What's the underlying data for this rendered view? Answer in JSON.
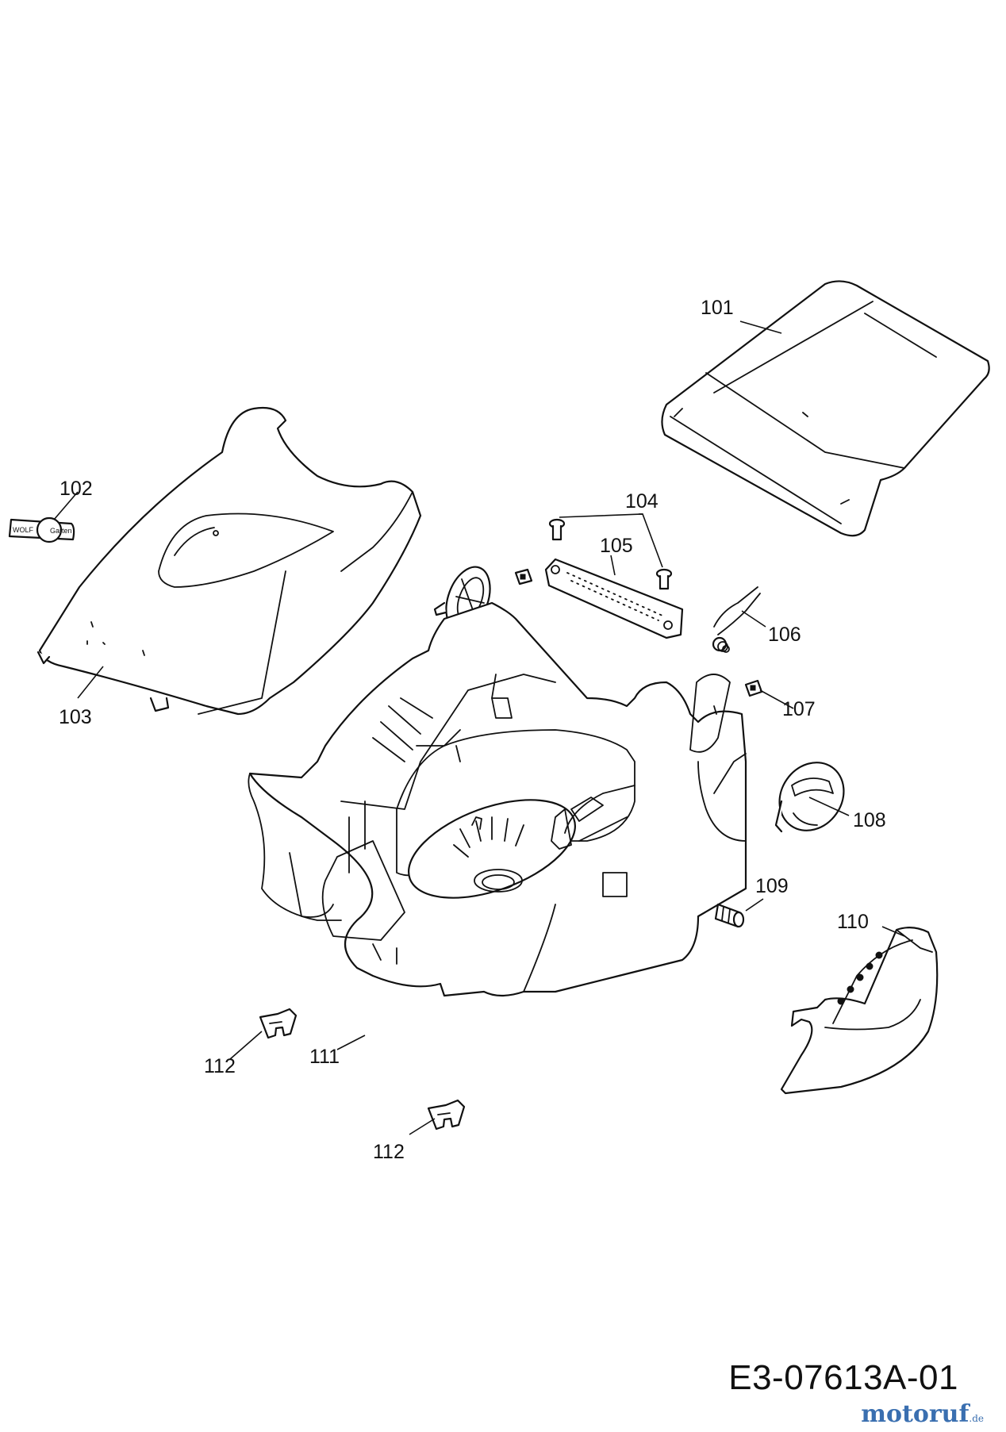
{
  "diagram": {
    "code": "E3-07613A-01",
    "watermark": {
      "name": "motoruf",
      "tld": ".de"
    },
    "logo_text": {
      "left": "WOLF",
      "right": "Garten"
    },
    "callouts": {
      "c101": "101",
      "c102": "102",
      "c103": "103",
      "c104": "104",
      "c105": "105",
      "c106": "106",
      "c107": "107",
      "c108": "108",
      "c109": "109",
      "c110": "110",
      "c111": "111",
      "c112a": "112",
      "c112b": "112"
    }
  }
}
